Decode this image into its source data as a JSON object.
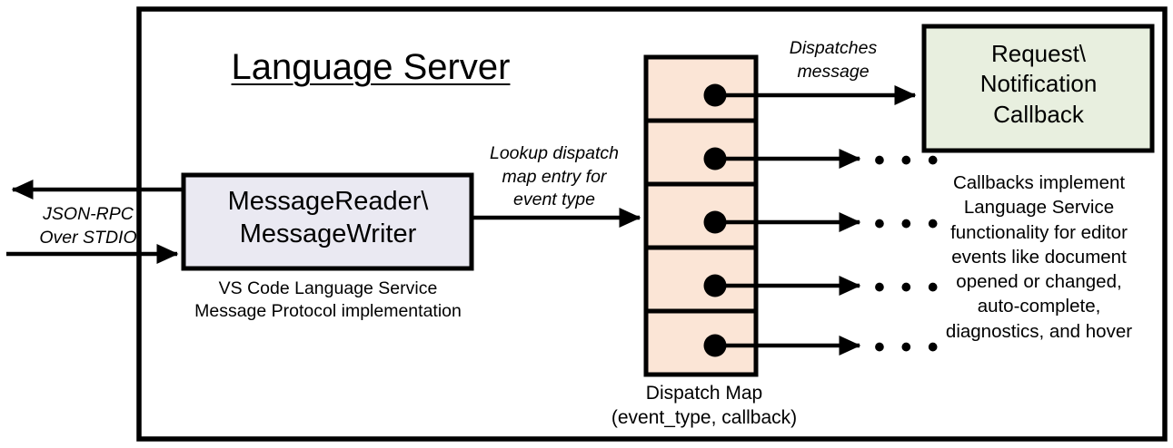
{
  "diagram": {
    "title": "Language Server",
    "container": {
      "label": "Language Server"
    },
    "colors": {
      "stroke": "#000000",
      "background": "#ffffff",
      "message_box_fill": "#eae9f2",
      "dispatch_cell_fill": "#fbe5d6",
      "callback_box_fill": "#e8efdf"
    },
    "nodes": {
      "message_reader_writer": {
        "label": "MessageReader\\\nMessageWriter",
        "caption": "VS Code Language Service\nMessage Protocol implementation"
      },
      "dispatch_map": {
        "caption": "Dispatch Map\n(event_type, callback)",
        "row_count": 5,
        "rows": [
          {
            "index": 1,
            "has_entry": true,
            "target": "Request\\Notification Callback"
          },
          {
            "index": 2,
            "has_entry": true,
            "target": "..."
          },
          {
            "index": 3,
            "has_entry": true,
            "target": "..."
          },
          {
            "index": 4,
            "has_entry": true,
            "target": "..."
          },
          {
            "index": 5,
            "has_entry": true,
            "target": "..."
          }
        ]
      },
      "callback": {
        "label": "Request\\\nNotification\nCallback",
        "caption": "Callbacks implement\nLanguage Service\nfunctionality for editor\nevents like document\nopened or changed,\nauto-complete,\ndiagnostics, and hover"
      }
    },
    "edges": {
      "external_io": "JSON-RPC\nOver STDIO",
      "lookup": "Lookup dispatch\nmap entry for\nevent type",
      "dispatch": "Dispatches\nmessage"
    },
    "ellipsis": "• • •"
  }
}
